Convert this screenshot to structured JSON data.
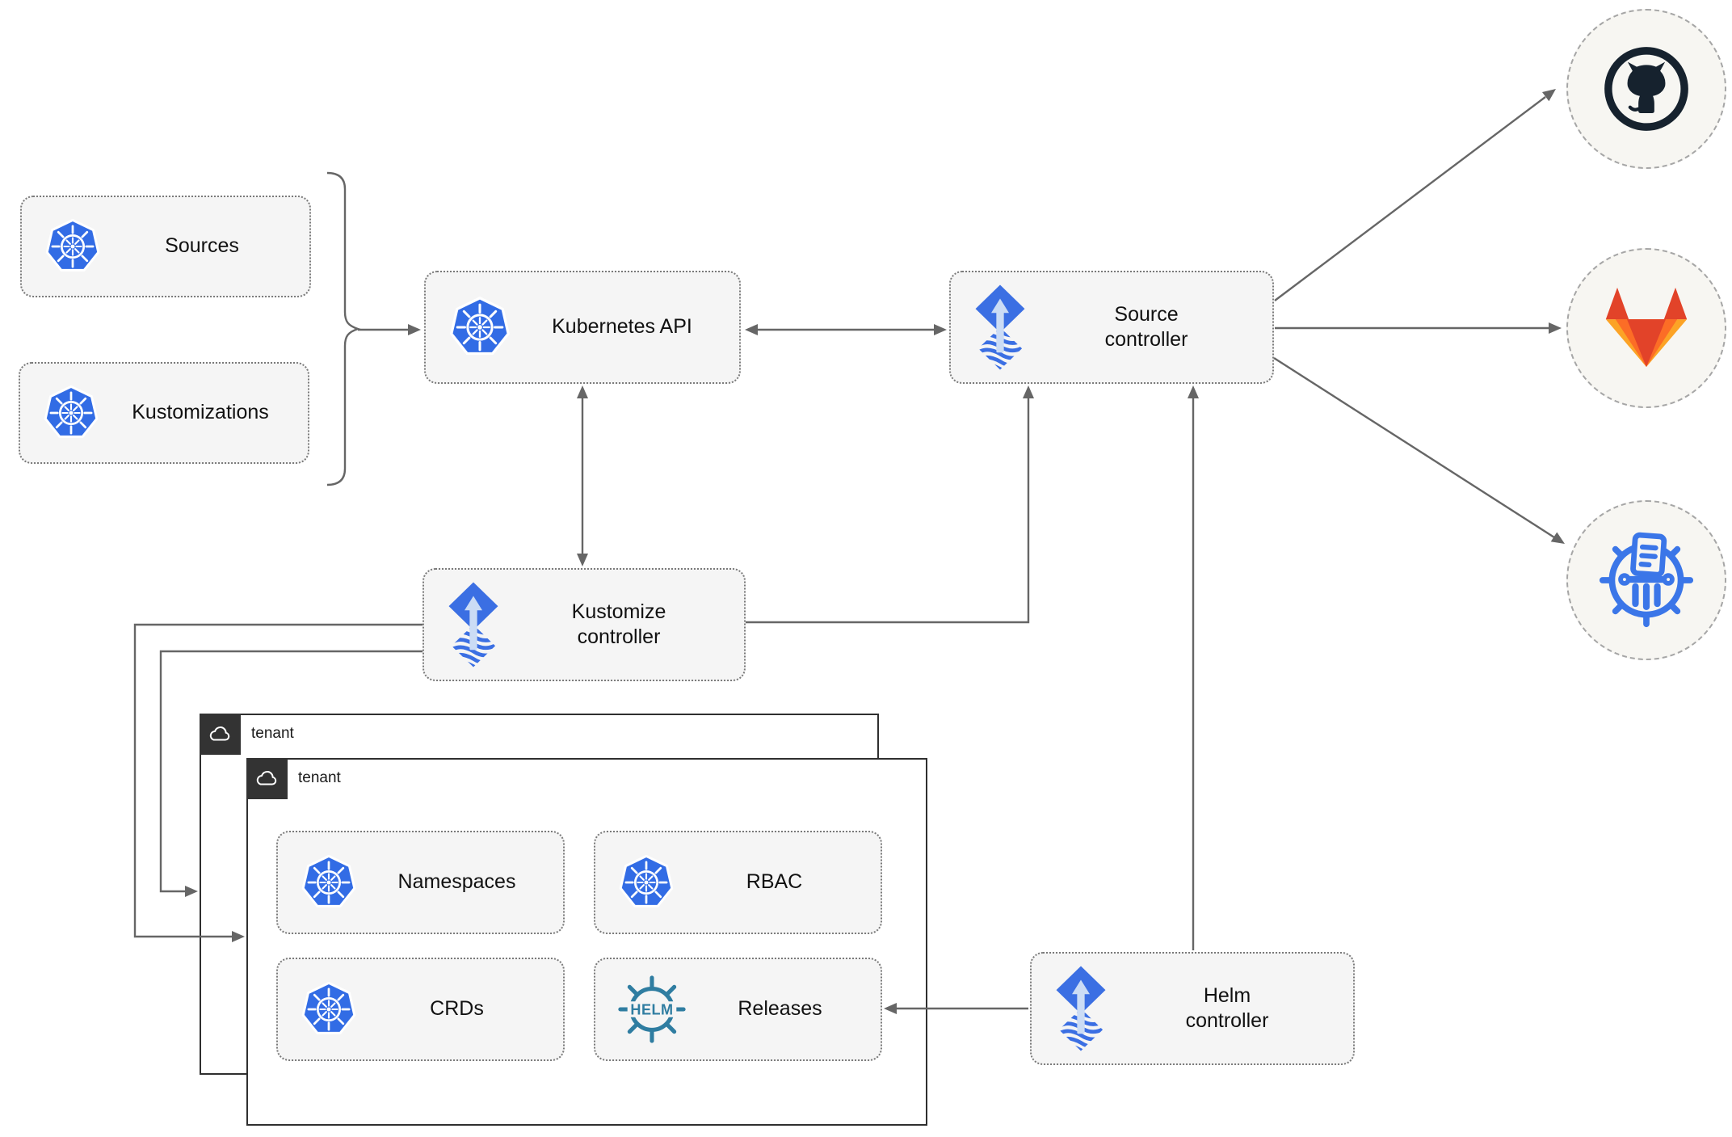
{
  "diagram": {
    "title_hint": "Flux GitOps architecture",
    "nodes": {
      "sources": {
        "label": "Sources",
        "icon": "kubernetes"
      },
      "kustomizations": {
        "label": "Kustomizations",
        "icon": "kubernetes"
      },
      "kubernetes_api": {
        "label": "Kubernetes API",
        "icon": "kubernetes"
      },
      "source_controller": {
        "label": "Source\ncontroller",
        "icon": "flux"
      },
      "kustomize_controller": {
        "label": "Kustomize\ncontroller",
        "icon": "flux"
      },
      "helm_controller": {
        "label": "Helm\ncontroller",
        "icon": "flux"
      },
      "tenant_outer": {
        "label": "tenant",
        "icon": "cloud"
      },
      "tenant_inner": {
        "label": "tenant",
        "icon": "cloud"
      },
      "namespaces": {
        "label": "Namespaces",
        "icon": "kubernetes"
      },
      "rbac": {
        "label": "RBAC",
        "icon": "kubernetes"
      },
      "crds": {
        "label": "CRDs",
        "icon": "kubernetes"
      },
      "releases": {
        "label": "Releases",
        "icon": "helm"
      }
    },
    "remotes": {
      "github": {
        "icon": "github"
      },
      "gitlab": {
        "icon": "gitlab"
      },
      "chartmuseum": {
        "icon": "chartmuseum"
      }
    },
    "helm_logo_text": "HELM",
    "edges": [
      {
        "from": "sources+kustomizations",
        "to": "kubernetes_api",
        "style": "arrow"
      },
      {
        "from": "kubernetes_api",
        "to": "source_controller",
        "style": "double-arrow"
      },
      {
        "from": "kubernetes_api",
        "to": "kustomize_controller",
        "style": "double-arrow"
      },
      {
        "from": "kustomize_controller",
        "to": "source_controller",
        "style": "arrow"
      },
      {
        "from": "helm_controller",
        "to": "source_controller",
        "style": "arrow"
      },
      {
        "from": "helm_controller",
        "to": "releases",
        "style": "arrow"
      },
      {
        "from": "kustomize_controller",
        "to": "tenant_inner",
        "style": "arrow"
      },
      {
        "from": "kustomize_controller",
        "to": "tenant_outer",
        "style": "arrow"
      },
      {
        "from": "source_controller",
        "to": "github",
        "style": "arrow"
      },
      {
        "from": "source_controller",
        "to": "gitlab",
        "style": "arrow"
      },
      {
        "from": "source_controller",
        "to": "chartmuseum",
        "style": "arrow"
      }
    ],
    "colors": {
      "kubernetes_blue": "#326CE5",
      "flux_blue": "#3B6FE3",
      "flux_arrow_light": "#CBDCF5",
      "helm_teal": "#2F7DA1",
      "github_dark": "#16222E",
      "gitlab_red": "#E24329",
      "gitlab_orange": "#FC6D26",
      "gitlab_yellow": "#FCA326",
      "chartmuseum_blue": "#3B76E8",
      "connector_gray": "#666666",
      "node_fill": "#F5F5F5",
      "tenant_tab": "#333333"
    }
  }
}
